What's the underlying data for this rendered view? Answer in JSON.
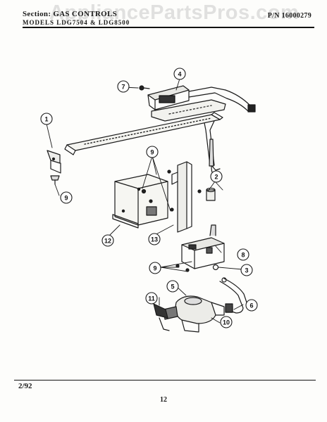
{
  "header": {
    "section_label": "Section: GAS CONTROLS",
    "subtitle": "MODELS LDG7504 & LDG8500",
    "part_number": "P/N 16000279"
  },
  "watermark": "AppliancePartsPros.com",
  "footer": {
    "date": "2/92",
    "page_number": "12"
  },
  "callouts": [
    {
      "id": "callout-1",
      "label": "1"
    },
    {
      "id": "callout-2",
      "label": "2"
    },
    {
      "id": "callout-3",
      "label": "3"
    },
    {
      "id": "callout-4",
      "label": "4"
    },
    {
      "id": "callout-5",
      "label": "5"
    },
    {
      "id": "callout-6",
      "label": "6"
    },
    {
      "id": "callout-7",
      "label": "7"
    },
    {
      "id": "callout-8",
      "label": "8"
    },
    {
      "id": "callout-9a",
      "label": "9"
    },
    {
      "id": "callout-9b",
      "label": "9"
    },
    {
      "id": "callout-9c",
      "label": "9"
    },
    {
      "id": "callout-10",
      "label": "10"
    },
    {
      "id": "callout-11",
      "label": "11"
    },
    {
      "id": "callout-12",
      "label": "12"
    },
    {
      "id": "callout-13",
      "label": "13"
    }
  ]
}
